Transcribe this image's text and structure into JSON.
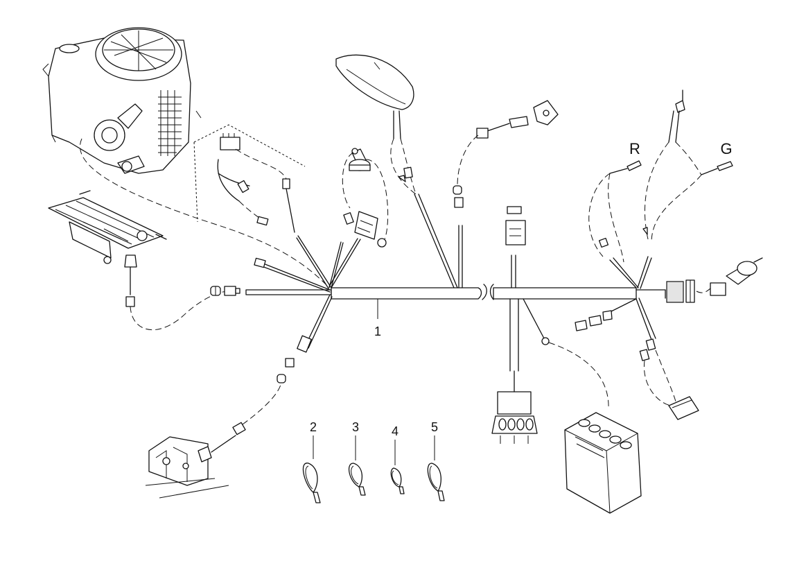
{
  "callouts": {
    "harness": "1",
    "tie_a": "2",
    "tie_b": "3",
    "tie_c": "4",
    "tie_d": "5",
    "red": "R",
    "green": "G"
  },
  "colors": {
    "line": "#111111",
    "background": "#ffffff"
  }
}
